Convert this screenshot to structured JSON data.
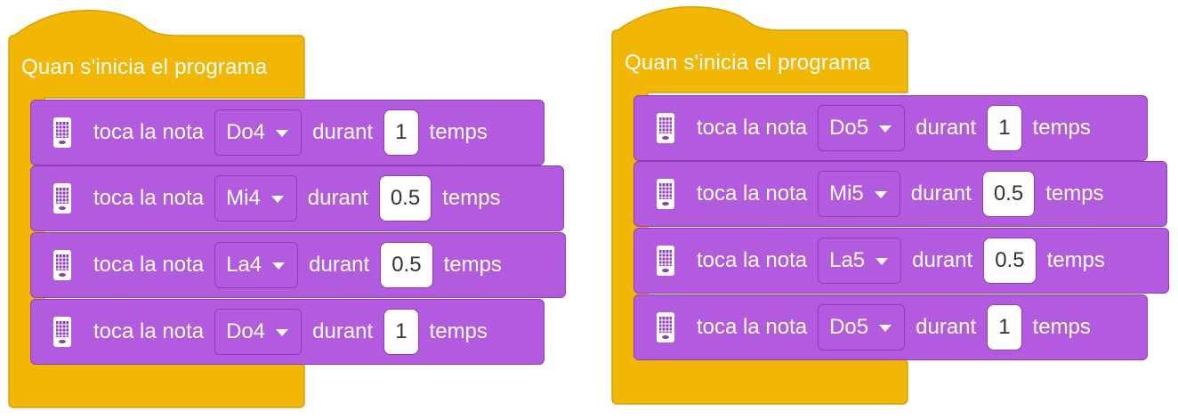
{
  "colors": {
    "hat": "#f2b705",
    "hat_border": "#d8a000",
    "block": "#b35bde",
    "block_border": "#8e3fb8",
    "input_bg": "#ffffff",
    "input_text": "#333333"
  },
  "scripts": [
    {
      "hat_label": "Quan s'inicia el programa",
      "blocks": [
        {
          "action": "toca la nota",
          "note": "Do4",
          "during": "durant",
          "beats": "1",
          "unit": "temps"
        },
        {
          "action": "toca la nota",
          "note": "Mi4",
          "during": "durant",
          "beats": "0.5",
          "unit": "temps"
        },
        {
          "action": "toca la nota",
          "note": "La4",
          "during": "durant",
          "beats": "0.5",
          "unit": "temps"
        },
        {
          "action": "toca la nota",
          "note": "Do4",
          "during": "durant",
          "beats": "1",
          "unit": "temps"
        }
      ]
    },
    {
      "hat_label": "Quan s'inicia el programa",
      "blocks": [
        {
          "action": "toca la nota",
          "note": "Do5",
          "during": "durant",
          "beats": "1",
          "unit": "temps"
        },
        {
          "action": "toca la nota",
          "note": "Mi5",
          "during": "durant",
          "beats": "0.5",
          "unit": "temps"
        },
        {
          "action": "toca la nota",
          "note": "La5",
          "during": "durant",
          "beats": "0.5",
          "unit": "temps"
        },
        {
          "action": "toca la nota",
          "note": "Do5",
          "during": "durant",
          "beats": "1",
          "unit": "temps"
        }
      ]
    }
  ]
}
